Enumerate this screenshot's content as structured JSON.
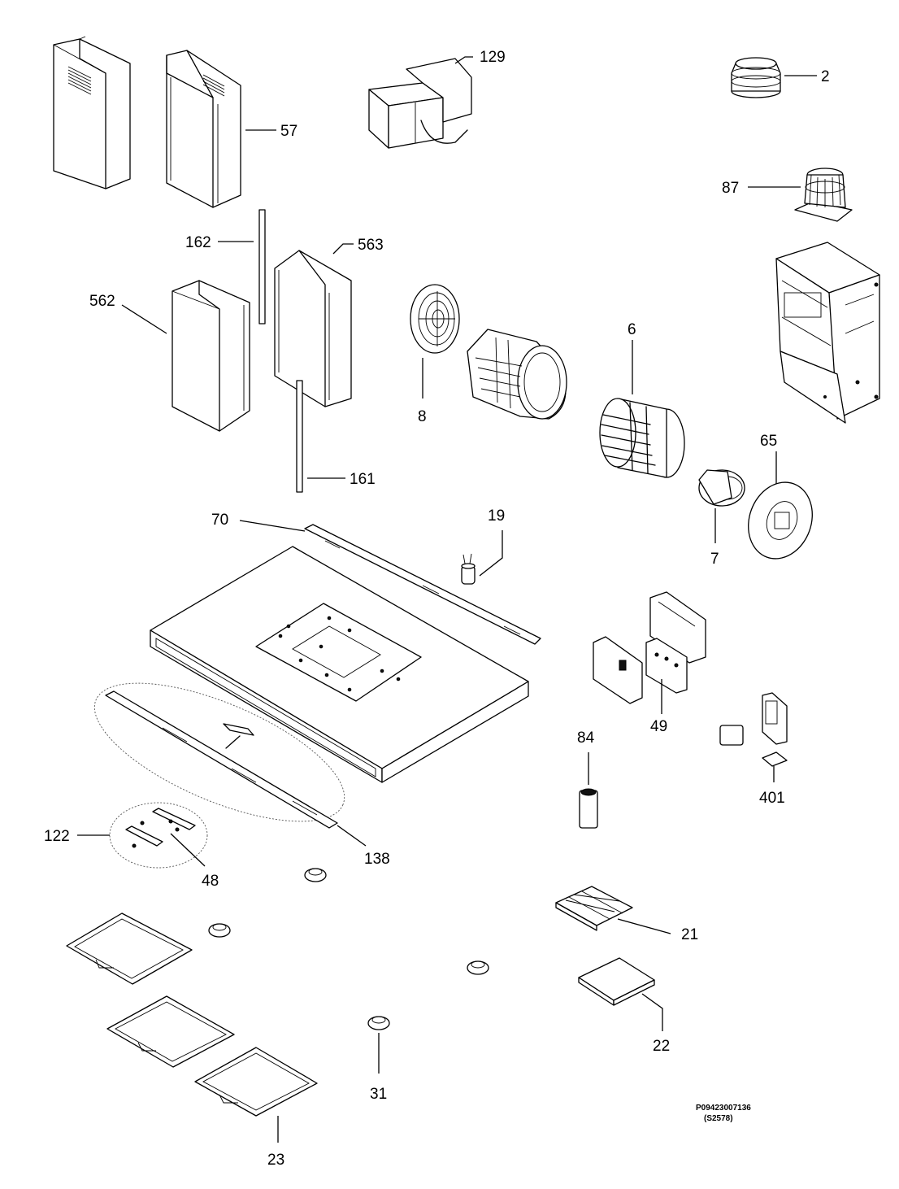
{
  "callouts": {
    "c129": "129",
    "c2": "2",
    "c57": "57",
    "c87": "87",
    "c162": "162",
    "c563": "563",
    "c562": "562",
    "c6": "6",
    "c8": "8",
    "c161": "161",
    "c65": "65",
    "c70": "70",
    "c19": "19",
    "c7": "7",
    "c49": "49",
    "c84": "84",
    "c401": "401",
    "c122": "122",
    "c138": "138",
    "c48": "48",
    "c21": "21",
    "c22": "22",
    "c31": "31",
    "c23": "23"
  },
  "reference": {
    "code": "P09423007136",
    "sub": "(S2578)"
  }
}
